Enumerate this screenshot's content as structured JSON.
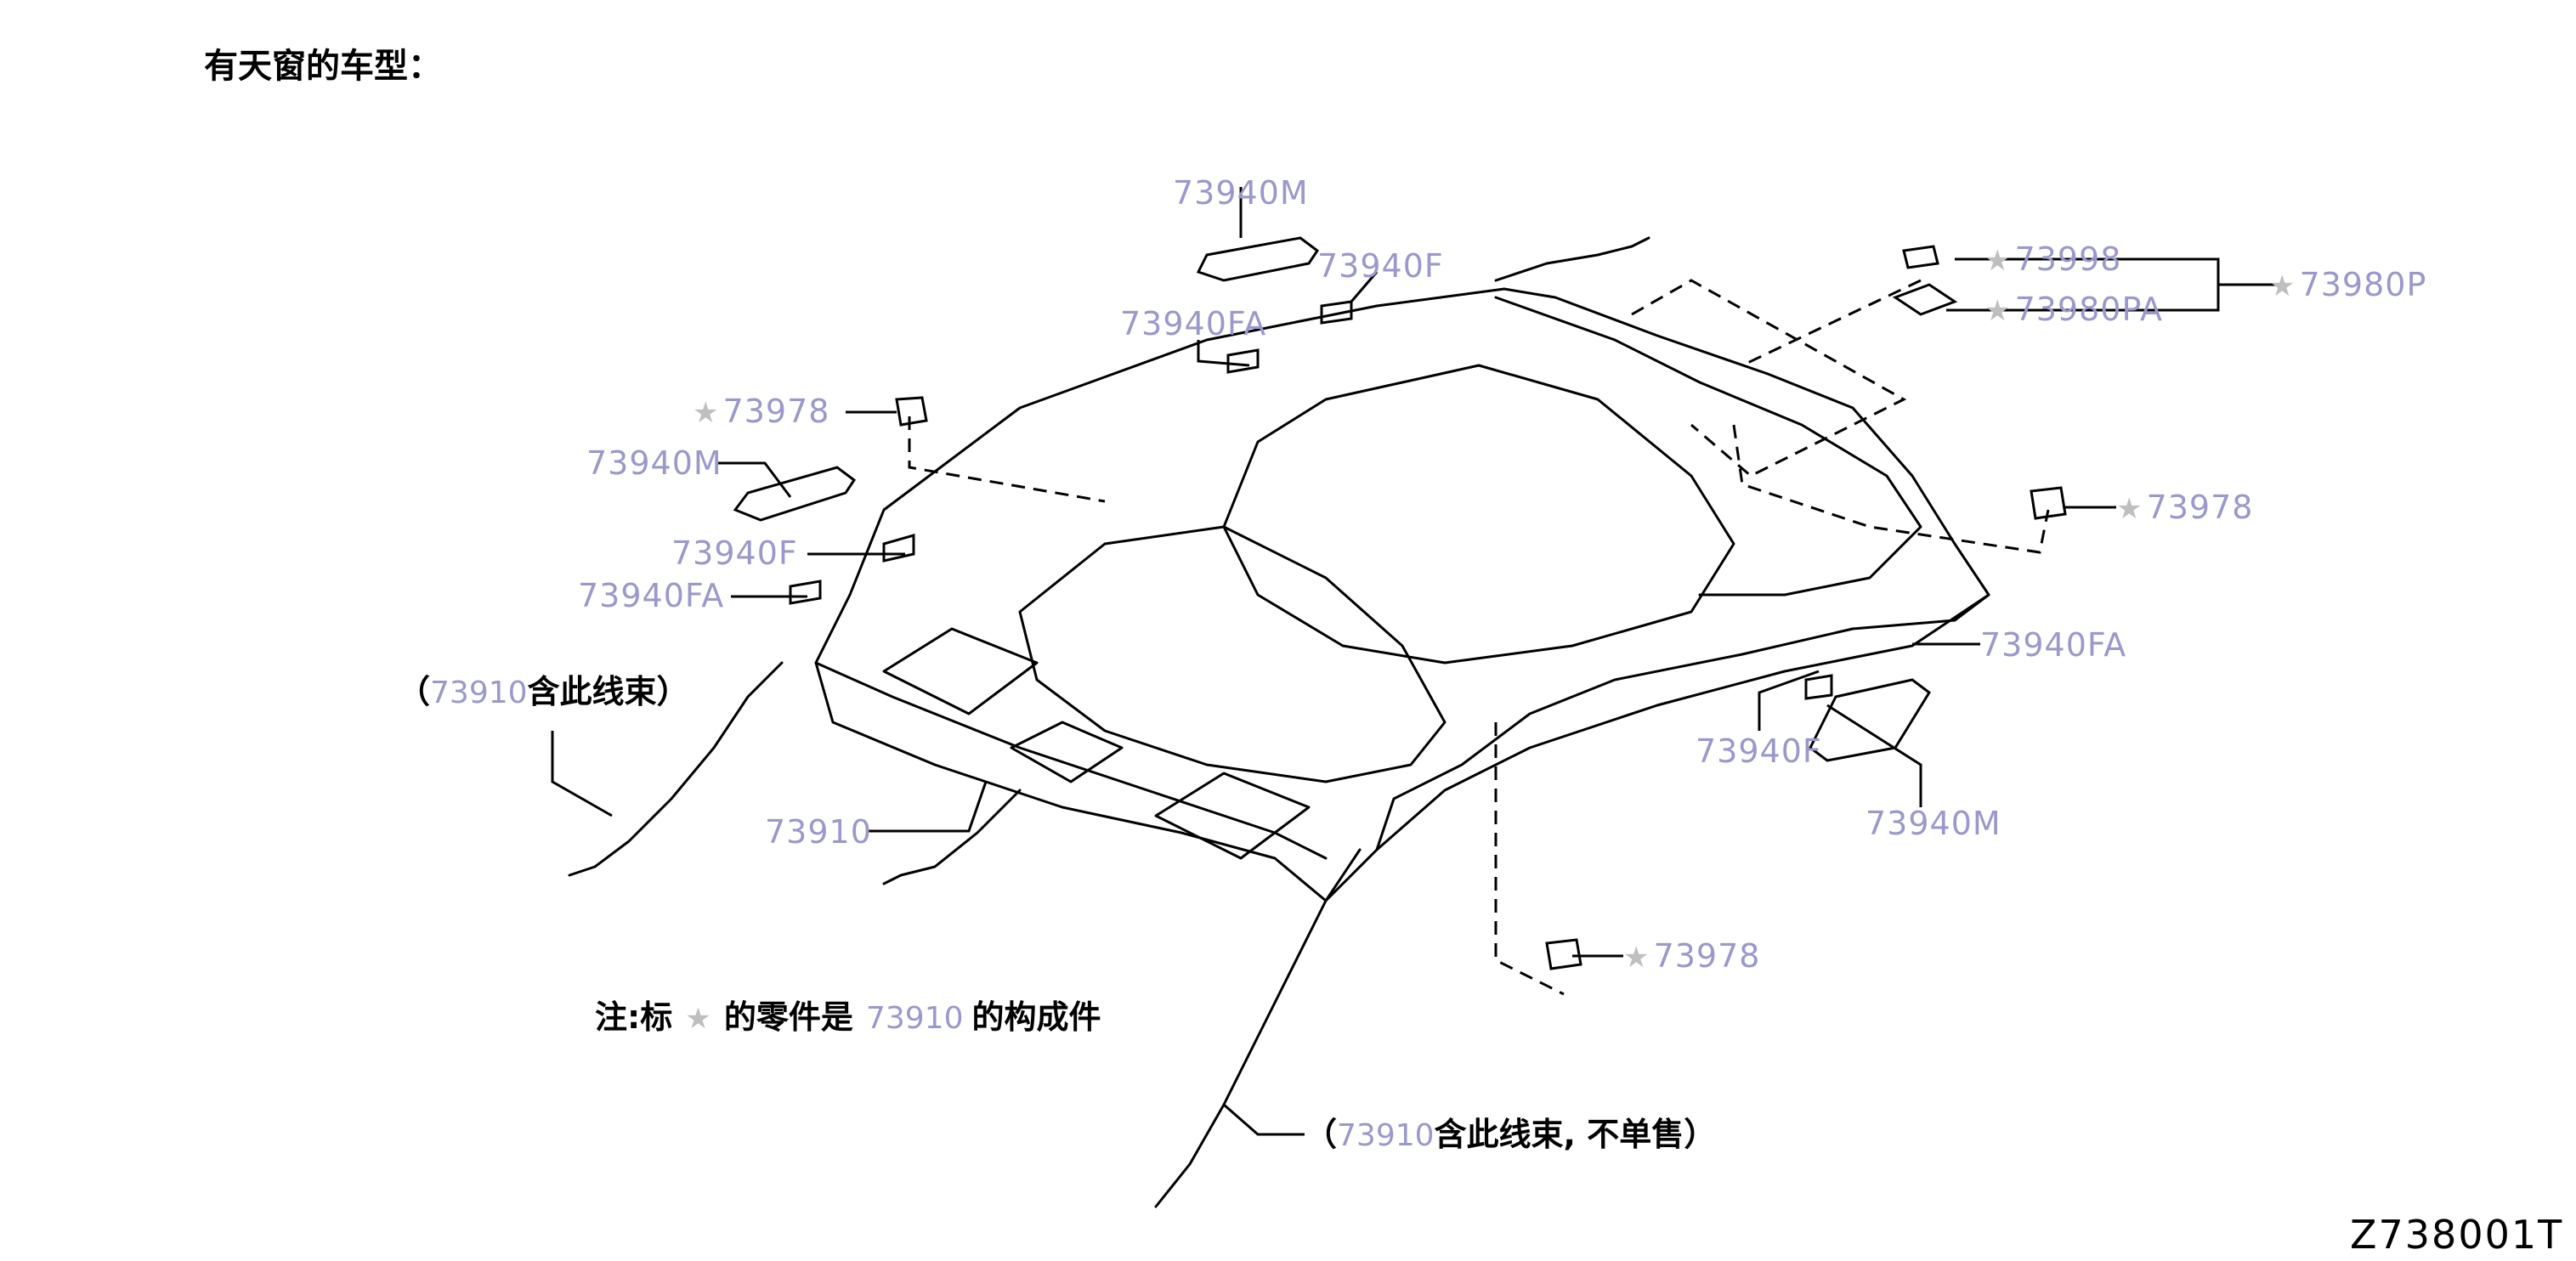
{
  "header": {
    "title": "有天窗的车型："
  },
  "callouts": {
    "p73940M_top": "73940M",
    "p73940F_top": "73940F",
    "p73940FA_top": "73940FA",
    "p73978_tl": "73978",
    "p73940M_left": "73940M",
    "p73940F_left": "73940F",
    "p73940FA_left": "73940FA",
    "p73998": "73998",
    "p73980PA": "73980PA",
    "p73980P": "73980P",
    "p73978_right": "73978",
    "p73940FA_right": "73940FA",
    "p73940F_right": "73940F",
    "p73940M_right": "73940M",
    "p73910_main": "73910",
    "p73978_bottom": "73978"
  },
  "notes": {
    "harness_left_open": "（",
    "harness_left_ref": "73910",
    "harness_left_text": "含此线束）",
    "harness_bottom_open": "（",
    "harness_bottom_ref": "73910",
    "harness_bottom_text": "含此线束, 不单售）",
    "legend_prefix": "注:标",
    "legend_mid": "的零件是",
    "legend_ref": "73910",
    "legend_suffix": "的构成件"
  },
  "symbols": {
    "star": "★"
  },
  "footer": {
    "diagram_code": "Z738001T"
  },
  "colors": {
    "part_number": "#9a98cc",
    "star": "#bfbfbf",
    "line": "#000000"
  }
}
